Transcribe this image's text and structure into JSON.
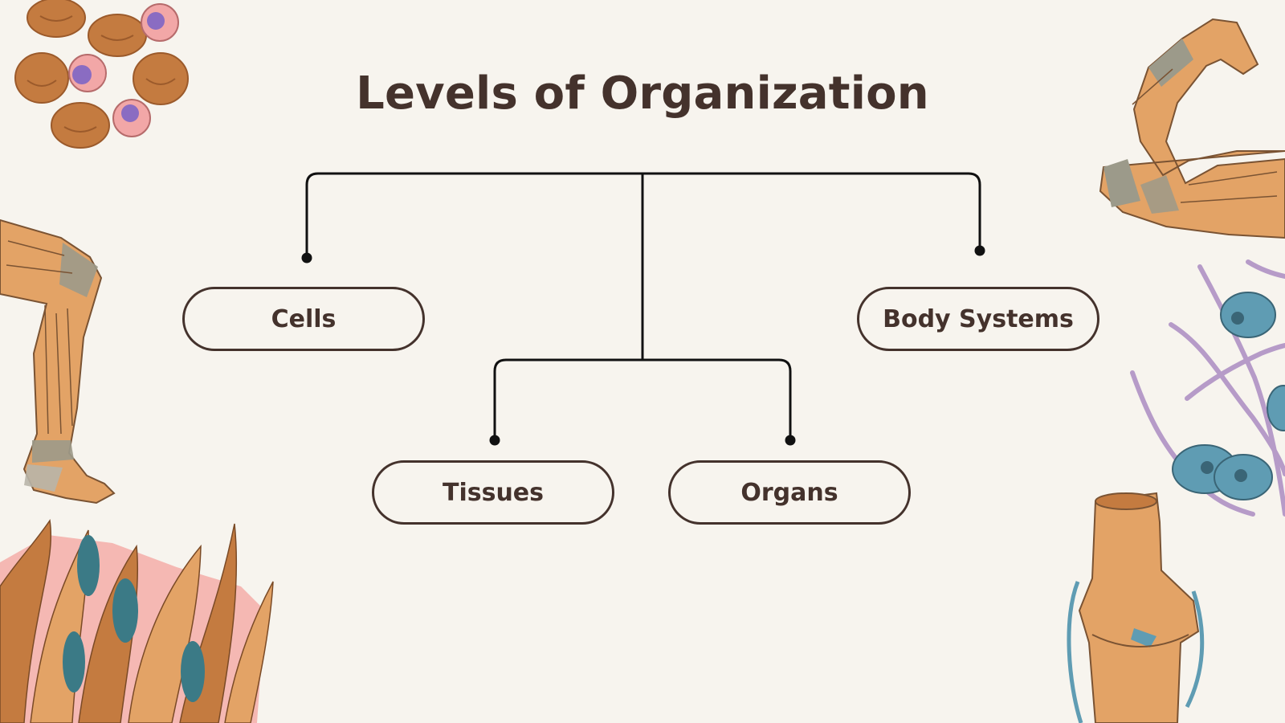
{
  "diagram": {
    "title": "Levels of Organization",
    "nodes": {
      "cells": "Cells",
      "tissues": "Tissues",
      "organs": "Organs",
      "body_systems": "Body Systems"
    }
  },
  "colors": {
    "background": "#f7f4ee",
    "text": "#44322c",
    "line": "#111111",
    "tan": "#e3a366",
    "brown": "#c47b40",
    "pink": "#f2a7a7",
    "teal": "#5f9cb3",
    "lavender": "#b69bc8"
  },
  "decor_icons": [
    "blood-cells-illustration",
    "leg-muscle-illustration",
    "muscle-tissue-illustration",
    "flexed-arm-illustration",
    "cell-cluster-illustration",
    "knee-joint-illustration"
  ]
}
